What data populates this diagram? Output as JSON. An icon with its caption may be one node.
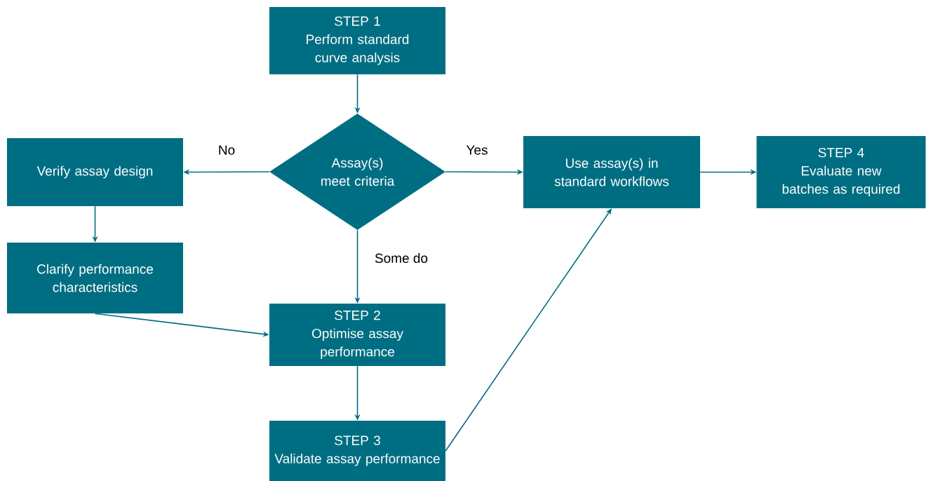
{
  "diagram": {
    "nodes": [
      {
        "text": [
          "STEP 1",
          "Perform standard curve analysis"
        ]
      },
      {
        "text": [
          "Assay(s) meet criteria"
        ]
      },
      {
        "text": [
          "Verify assay design"
        ]
      },
      {
        "text": [
          "Clarify performance characteristics"
        ]
      },
      {
        "text": [
          "STEP 2",
          "Optimise assay performance"
        ]
      },
      {
        "text": [
          "STEP 3",
          "Validate assay performance"
        ]
      },
      {
        "text": [
          "Use assay(s) in standard workflows"
        ]
      },
      {
        "text": [
          "STEP 4",
          "Evaluate new batches as required"
        ]
      }
    ],
    "edges": [
      {
        "from": 0,
        "to": 1,
        "arrow": "to"
      },
      {
        "from": 1,
        "to": 2,
        "arrow": "to",
        "label": "No"
      },
      {
        "from": 1,
        "to": 6,
        "arrow": "to",
        "label": "Yes"
      },
      {
        "from": 1,
        "to": 4,
        "arrow": "to",
        "label": "Some do"
      },
      {
        "from": 2,
        "to": 3,
        "arrow": "to"
      },
      {
        "from": 3,
        "to": 4,
        "arrow": "to"
      },
      {
        "from": 4,
        "to": 5,
        "arrow": "to"
      },
      {
        "from": 5,
        "to": 6,
        "arrow": "to"
      },
      {
        "from": 6,
        "to": 7,
        "arrow": "to"
      }
    ]
  }
}
